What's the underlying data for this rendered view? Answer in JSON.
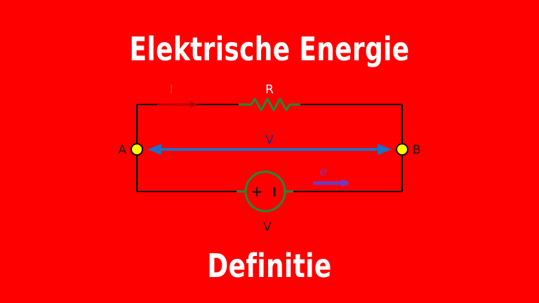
{
  "title": "Elektrische Energie",
  "subtitle": "Definitie",
  "diagram": {
    "current_label": "I",
    "resistor_label": "R",
    "voltage_label": "V",
    "node_a_label": "A",
    "node_b_label": "B",
    "source_plus": "+",
    "source_minus": "I",
    "electron_label": "e",
    "source_voltage_label": "V",
    "colors": {
      "background": "#ff0000",
      "wire": "#000000",
      "resistor": "#1e8b3a",
      "source": "#1e8b3a",
      "current_arrow": "#b30000",
      "voltage_arrow": "#1f6fc5",
      "electron_arrow": "#6a3cc9",
      "node": "#ffff00",
      "text": "#ffffff"
    }
  }
}
